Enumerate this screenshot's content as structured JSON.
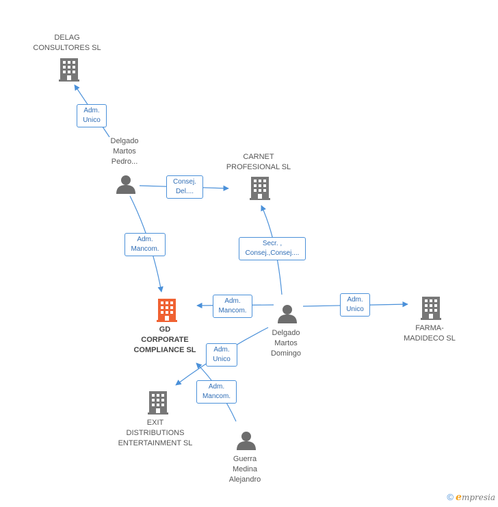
{
  "colors": {
    "edge": "#4a90d9",
    "company": "#777777",
    "person": "#6d6d6d",
    "main_company": "#f06233"
  },
  "nodes": {
    "delag": {
      "label": [
        "DELAG",
        "CONSULTORES SL"
      ],
      "icon": "building-icon"
    },
    "carnet": {
      "label": [
        "CARNET",
        "PROFESIONAL SL"
      ],
      "icon": "building-icon"
    },
    "gd": {
      "label": [
        "GD",
        "CORPORATE",
        "COMPLIANCE SL"
      ],
      "icon": "building-icon"
    },
    "farma": {
      "label": [
        "FARMA-",
        "MADIDECO SL"
      ],
      "icon": "building-icon"
    },
    "exit": {
      "label": [
        "EXIT",
        "DISTRIBUTIONS",
        "ENTERTAINMENT SL"
      ],
      "icon": "building-icon"
    },
    "pedro": {
      "label": [
        "Delgado",
        "Martos",
        "Pedro..."
      ],
      "icon": "person-icon"
    },
    "domingo": {
      "label": [
        "Delgado",
        "Martos",
        "Domingo"
      ],
      "icon": "person-icon"
    },
    "guerra": {
      "label": [
        "Guerra",
        "Medina",
        "Alejandro"
      ],
      "icon": "person-icon"
    }
  },
  "edges": {
    "pedro_delag": [
      "Adm.",
      "Unico"
    ],
    "pedro_carnet": [
      "Consej.",
      "Del...."
    ],
    "pedro_gd": [
      "Adm.",
      "Mancom."
    ],
    "domingo_carnet": [
      "Secr. ,",
      "Consej.,Consej...."
    ],
    "domingo_gd": [
      "Adm.",
      "Mancom."
    ],
    "domingo_farma": [
      "Adm.",
      "Unico"
    ],
    "domingo_exit": [
      "Adm.",
      "Unico"
    ],
    "guerra_gd": [
      "Adm.",
      "Mancom."
    ]
  },
  "brand": {
    "copyright": "©",
    "e_letter": "e",
    "name": "mpresia"
  }
}
